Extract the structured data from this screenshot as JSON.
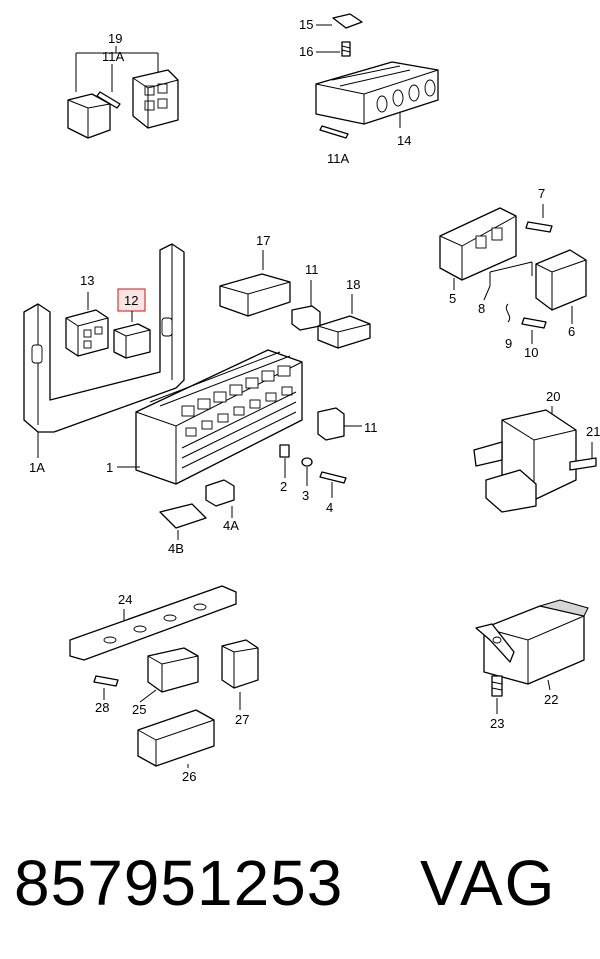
{
  "diagram": {
    "labels": {
      "l1": "1",
      "l1A": "1A",
      "l2": "2",
      "l3": "3",
      "l4": "4",
      "l4A": "4A",
      "l4B": "4B",
      "l5": "5",
      "l6": "6",
      "l7": "7",
      "l8": "8",
      "l9": "9",
      "l10": "10",
      "l11a": "11",
      "l11b": "11",
      "l11A_top": "11A",
      "l11A_mid": "11A",
      "l12": "12",
      "l13": "13",
      "l14": "14",
      "l15": "15",
      "l16": "16",
      "l17": "17",
      "l18": "18",
      "l19": "19",
      "l20": "20",
      "l21": "21",
      "l22": "22",
      "l23": "23",
      "l24": "24",
      "l25": "25",
      "l26": "26",
      "l27": "27",
      "l28": "28"
    },
    "highlighted_part": "12"
  },
  "footer": {
    "part_number": "857951253",
    "brand": "VAG"
  },
  "colors": {
    "highlight_fill": "#fbe4e4",
    "highlight_stroke": "#d63a3a"
  }
}
